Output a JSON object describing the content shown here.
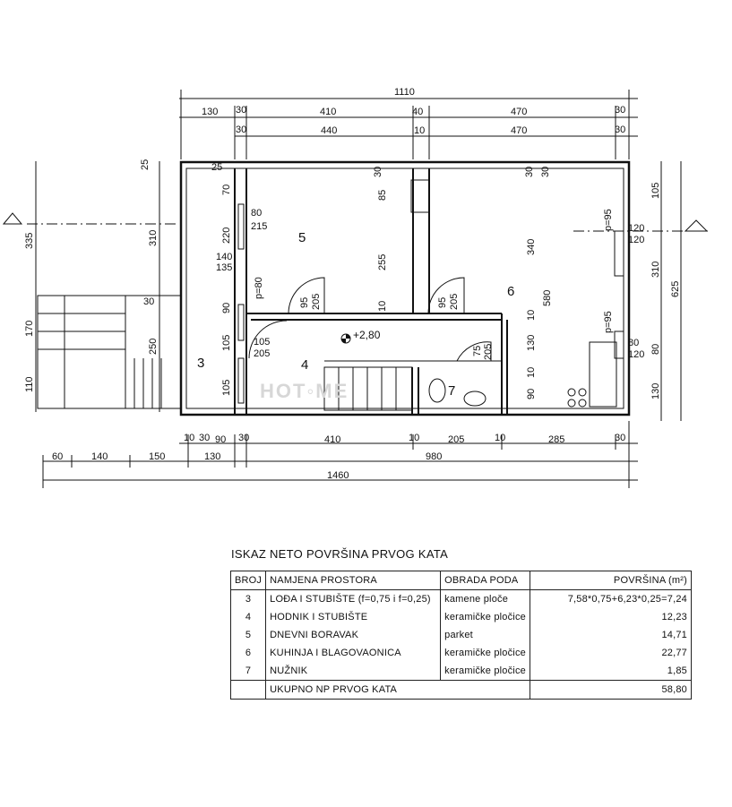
{
  "plan": {
    "dims_top": {
      "overall": "1110",
      "row1": [
        "130",
        "30",
        "410",
        "40",
        "470",
        "30"
      ],
      "row2": [
        "30",
        "440",
        "10",
        "470",
        "30"
      ]
    },
    "dims_bottom": {
      "row1": [
        "10",
        "30",
        "90",
        "30",
        "410",
        "10",
        "205",
        "10",
        "285",
        "30"
      ],
      "row2": [
        "60",
        "140",
        "150",
        "130",
        "980"
      ],
      "overall": "1460"
    },
    "dims_left": [
      "25",
      "335",
      "310",
      "170",
      "110",
      "250",
      "30"
    ],
    "dims_right": [
      "105",
      "310",
      "625",
      "130",
      "80"
    ],
    "dims_inner": [
      "25",
      "70",
      "220",
      "80",
      "215",
      "140",
      "135",
      "p=80",
      "90",
      "105",
      "105",
      "105",
      "205",
      "85",
      "255",
      "10",
      "30",
      "95",
      "205",
      "95",
      "205",
      "75",
      "205",
      "30",
      "30",
      "340",
      "580",
      "10",
      "130",
      "10",
      "90",
      "p=95",
      "120",
      "120",
      "p=95",
      "80",
      "120"
    ],
    "rooms": [
      "3",
      "4",
      "5",
      "6",
      "7"
    ],
    "level": "+2,80",
    "watermark": "HOT◦ME"
  },
  "table": {
    "title": "ISKAZ NETO POVRŠINA PRVOG KATA",
    "headers": {
      "no": "BROJ",
      "name": "NAMJENA PROSTORA",
      "floor": "OBRADA PODA",
      "area": "POVRŠINA (m²)"
    },
    "rows": [
      {
        "no": "3",
        "name": "LOĐA I STUBIŠTE (f=0,75 i f=0,25)",
        "floor": "kamene ploče",
        "area": "7,58*0,75+6,23*0,25=7,24"
      },
      {
        "no": "4",
        "name": "HODNIK I STUBIŠTE",
        "floor": "keramičke pločice",
        "area": "12,23"
      },
      {
        "no": "5",
        "name": "DNEVNI BORAVAK",
        "floor": "parket",
        "area": "14,71"
      },
      {
        "no": "6",
        "name": "KUHINJA I BLAGOVAONICA",
        "floor": "keramičke pločice",
        "area": "22,77"
      },
      {
        "no": "7",
        "name": "NUŽNIK",
        "floor": "keramičke pločice",
        "area": "1,85"
      }
    ],
    "total": {
      "name": "UKUPNO NP PRVOG KATA",
      "area": "58,80"
    }
  }
}
